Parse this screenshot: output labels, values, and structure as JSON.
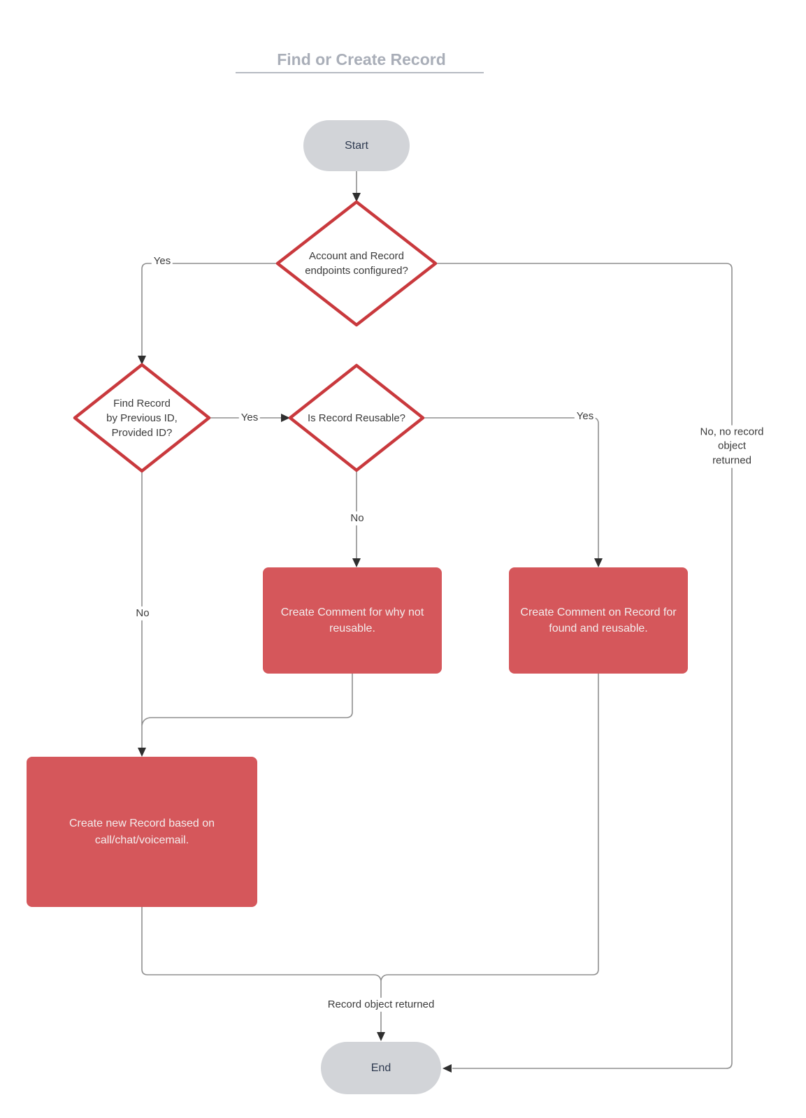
{
  "title": {
    "text": "Find or Create Record"
  },
  "nodes": {
    "start": {
      "label": "Start",
      "type": "terminator"
    },
    "end": {
      "label": "End",
      "type": "terminator"
    },
    "decision_endpoints": {
      "label": "Account and Record\nendpoints configured?",
      "type": "decision"
    },
    "decision_find_record": {
      "label": "Find Record\nby Previous ID,\nProvided ID?",
      "type": "decision"
    },
    "decision_reusable": {
      "label": "Is Record Reusable?",
      "type": "decision"
    },
    "process_comment_not_reusable": {
      "label": "Create Comment for why not\nreusable.",
      "type": "process"
    },
    "process_comment_found": {
      "label": "Create Comment on Record for\nfound and reusable.",
      "type": "process"
    },
    "process_create_record": {
      "label": "Create new Record based on\ncall/chat/voicemail.",
      "type": "process"
    }
  },
  "labels": {
    "d1_yes": "Yes",
    "d1_no": "No, no record\nobject returned",
    "d2_yes": "Yes",
    "d2_no": "No",
    "d3_yes": "Yes",
    "d3_no": "No",
    "record_returned": "Record object returned"
  },
  "colors": {
    "process_fill": "#d5575b",
    "process_text": "#f3eded",
    "decision_stroke": "#c9393d",
    "terminator_fill": "#d2d4d8",
    "terminator_text": "#2e3a50",
    "node_text": "#3b3b3b",
    "connector": "#8f8f8f",
    "arrowhead": "#2f2f2f",
    "title": "#a9aeb8",
    "title_underline": "#b6bac2"
  }
}
